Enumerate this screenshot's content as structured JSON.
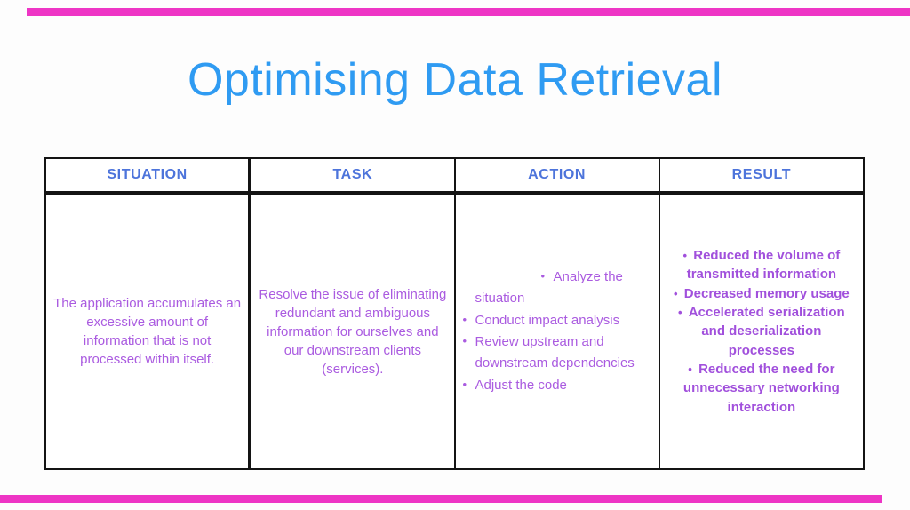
{
  "slide": {
    "title": "Optimising Data Retrieval"
  },
  "colors": {
    "bar": "#ee35c5",
    "title": "#2f9bf2",
    "header": "#4d74db",
    "body_text": "#aa5be0",
    "result_text": "#a150dc",
    "border": "#141414"
  },
  "table": {
    "headers": [
      "SITUATION",
      "TASK",
      "ACTION",
      "RESULT"
    ],
    "situation": {
      "text": "The application accumulates an excessive amount of information that is not processed within itself."
    },
    "task": {
      "text": "Resolve the issue of eliminating redundant and ambiguous information for ourselves and our downstream clients (services)."
    },
    "action": {
      "items": [
        "Analyze the situation",
        "Conduct impact analysis",
        "Review upstream and downstream dependencies",
        "Adjust the code"
      ]
    },
    "result": {
      "items": [
        "Reduced the volume of transmitted information",
        "Decreased memory usage",
        "Accelerated serialization and deserialization processes",
        "Reduced the need for unnecessary networking interaction"
      ]
    }
  }
}
